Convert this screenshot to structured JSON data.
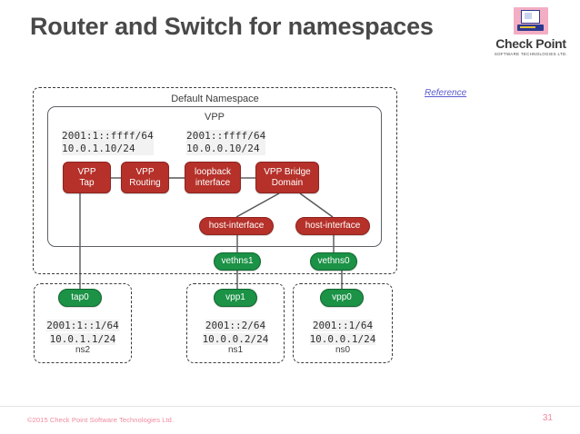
{
  "slide": {
    "title": "Router and Switch for namespaces",
    "page_number": "31",
    "copyright": "©2015 Check Point Software Technologies Ltd."
  },
  "logo": {
    "name": "Check Point",
    "tagline": "SOFTWARE TECHNOLOGIES LTD."
  },
  "reference": {
    "label": "Reference"
  },
  "diagram": {
    "default_namespace": {
      "title": "Default Namespace",
      "vpp": {
        "title": "VPP",
        "addresses": [
          {
            "ipv6": "2001:1::ffff/64",
            "ipv4": "10.0.1.10/24"
          },
          {
            "ipv6": "2001::ffff/64",
            "ipv4": "10.0.0.10/24"
          }
        ],
        "nodes": [
          {
            "id": "vpp-tap",
            "label": "VPP\nTap",
            "line1": "VPP",
            "line2": "Tap",
            "color": "#b5312a"
          },
          {
            "id": "vpp-routing",
            "label": "VPP\nRouting",
            "line1": "VPP",
            "line2": "Routing",
            "color": "#b5312a"
          },
          {
            "id": "loopback-interface",
            "label": "loopback\ninterface",
            "line1": "loopback",
            "line2": "interface",
            "color": "#b5312a"
          },
          {
            "id": "vpp-bridge-domain",
            "label": "VPP Bridge\nDomain",
            "line1": "VPP Bridge",
            "line2": "Domain",
            "color": "#b5312a"
          }
        ],
        "host_interfaces": [
          {
            "id": "host-interface-1",
            "label": "host-interface",
            "color": "#b5312a"
          },
          {
            "id": "host-interface-2",
            "label": "host-interface",
            "color": "#b5312a"
          }
        ]
      },
      "veth_endpoints": [
        {
          "id": "vethns1",
          "label": "vethns1",
          "color": "#1b9246"
        },
        {
          "id": "vethns0",
          "label": "vethns0",
          "color": "#1b9246"
        }
      ]
    },
    "namespaces": [
      {
        "id": "ns2",
        "name": "ns2",
        "interface": {
          "label": "tap0",
          "color": "#1b9246"
        },
        "ipv6": "2001:1::1/64",
        "ipv4": "10.0.1.1/24"
      },
      {
        "id": "ns1",
        "name": "ns1",
        "interface": {
          "label": "vpp1",
          "color": "#1b9246"
        },
        "ipv6": "2001::2/64",
        "ipv4": "10.0.0.2/24"
      },
      {
        "id": "ns0",
        "name": "ns0",
        "interface": {
          "label": "vpp0",
          "color": "#1b9246"
        },
        "ipv6": "2001::1/64",
        "ipv4": "10.0.0.1/24"
      }
    ],
    "colors": {
      "node_red": "#b5312a",
      "node_green": "#1b9246",
      "edge": "#555555",
      "container_border": "#3a3a3a"
    }
  }
}
